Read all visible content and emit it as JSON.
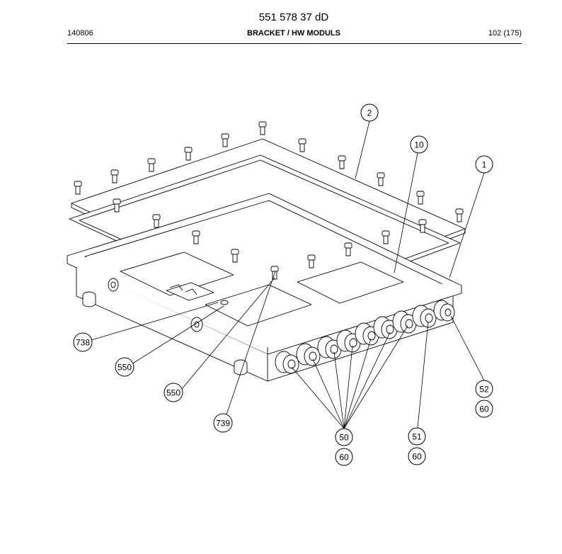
{
  "header": {
    "doc_number": "551 578 37 dD",
    "date": "140806",
    "title": "BRACKET / HW MODULS",
    "page": "102 (175)"
  },
  "callouts": [
    {
      "id": "c2",
      "label": "2"
    },
    {
      "id": "c10",
      "label": "10"
    },
    {
      "id": "c1",
      "label": "1"
    },
    {
      "id": "c738",
      "label": "738"
    },
    {
      "id": "c550a",
      "label": "550"
    },
    {
      "id": "c550b",
      "label": "550"
    },
    {
      "id": "c739",
      "label": "739"
    },
    {
      "id": "c52",
      "label": "52"
    },
    {
      "id": "c60a",
      "label": "60"
    },
    {
      "id": "c50",
      "label": "50"
    },
    {
      "id": "c60b",
      "label": "60"
    },
    {
      "id": "c51",
      "label": "51"
    },
    {
      "id": "c60c",
      "label": "60"
    }
  ]
}
